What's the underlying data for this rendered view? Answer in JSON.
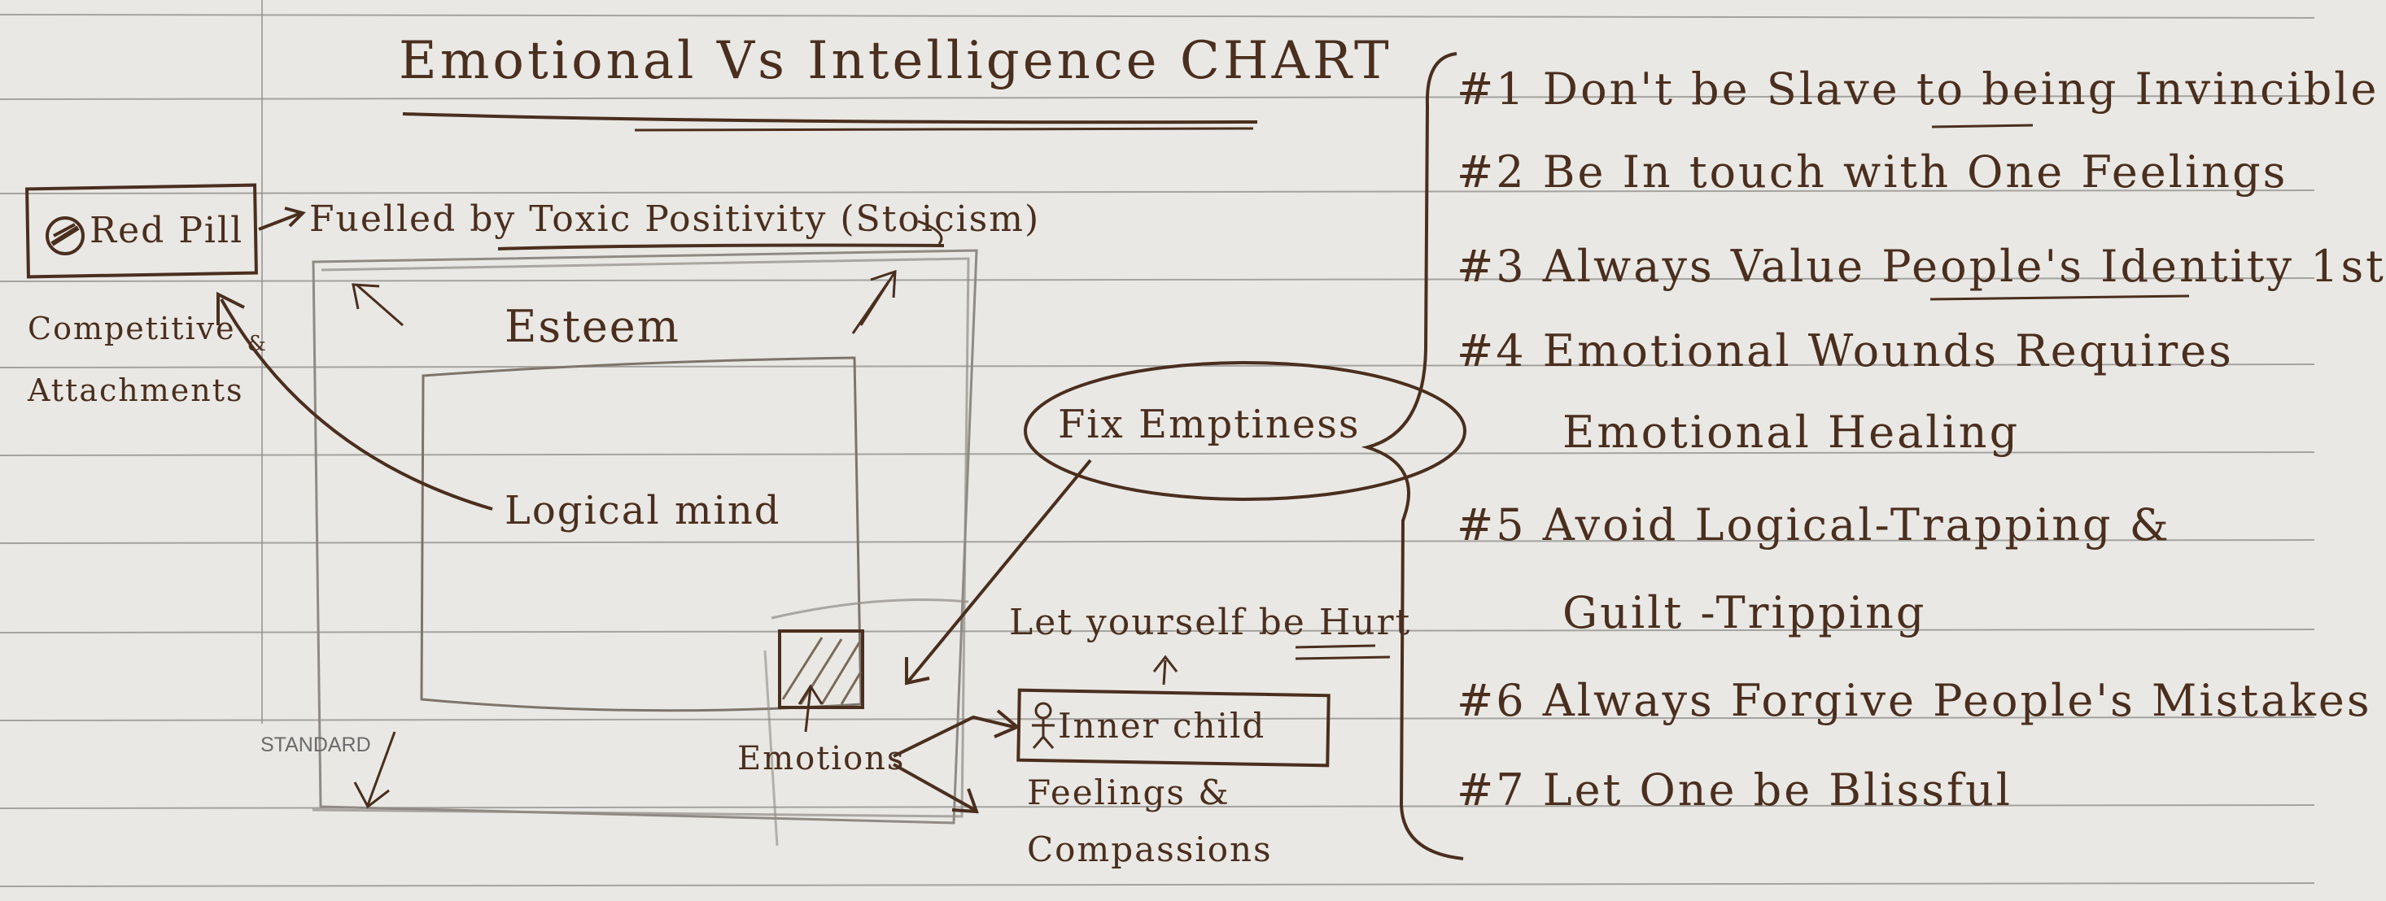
{
  "title": "Emotional Vs Intelligence CHART",
  "left": {
    "red_pill": "Red Pill",
    "fuelled_prefix": "Fuelled by",
    "fuelled_emphasis": "Toxic Positivity",
    "fuelled_suffix": "(Stoicism)",
    "competitive": "Competitive",
    "amp": "&",
    "attachments": "Attachments"
  },
  "center": {
    "esteem": "Esteem",
    "logical_mind": "Logical mind",
    "emotions": "Emotions",
    "standard": "STANDARD"
  },
  "middle": {
    "fix_emptiness": "Fix Emptiness",
    "let_yourself_be": "Let yourself be",
    "hurt": "Hurt",
    "inner_child": "Inner child",
    "feelings": "Feelings &",
    "compassions": "Compassions"
  },
  "rules": [
    "#1 Don't be Slave to being Invincible",
    "#2 Be In touch with One Feelings",
    "#3 Always Value People's Identity 1st",
    "#4 Emotional Wounds Requires",
    "Emotional Healing",
    "#5 Avoid Logical-Trapping &",
    "Guilt -Tripping",
    "#6 Always Forgive People's Mistakes",
    "#7 Let One be Blissful"
  ],
  "colors": {
    "ink": "#4a2e1e",
    "paper": "#e9e8e4",
    "ruled_line": "#8e8c89",
    "pencil": "#8f8a84"
  }
}
